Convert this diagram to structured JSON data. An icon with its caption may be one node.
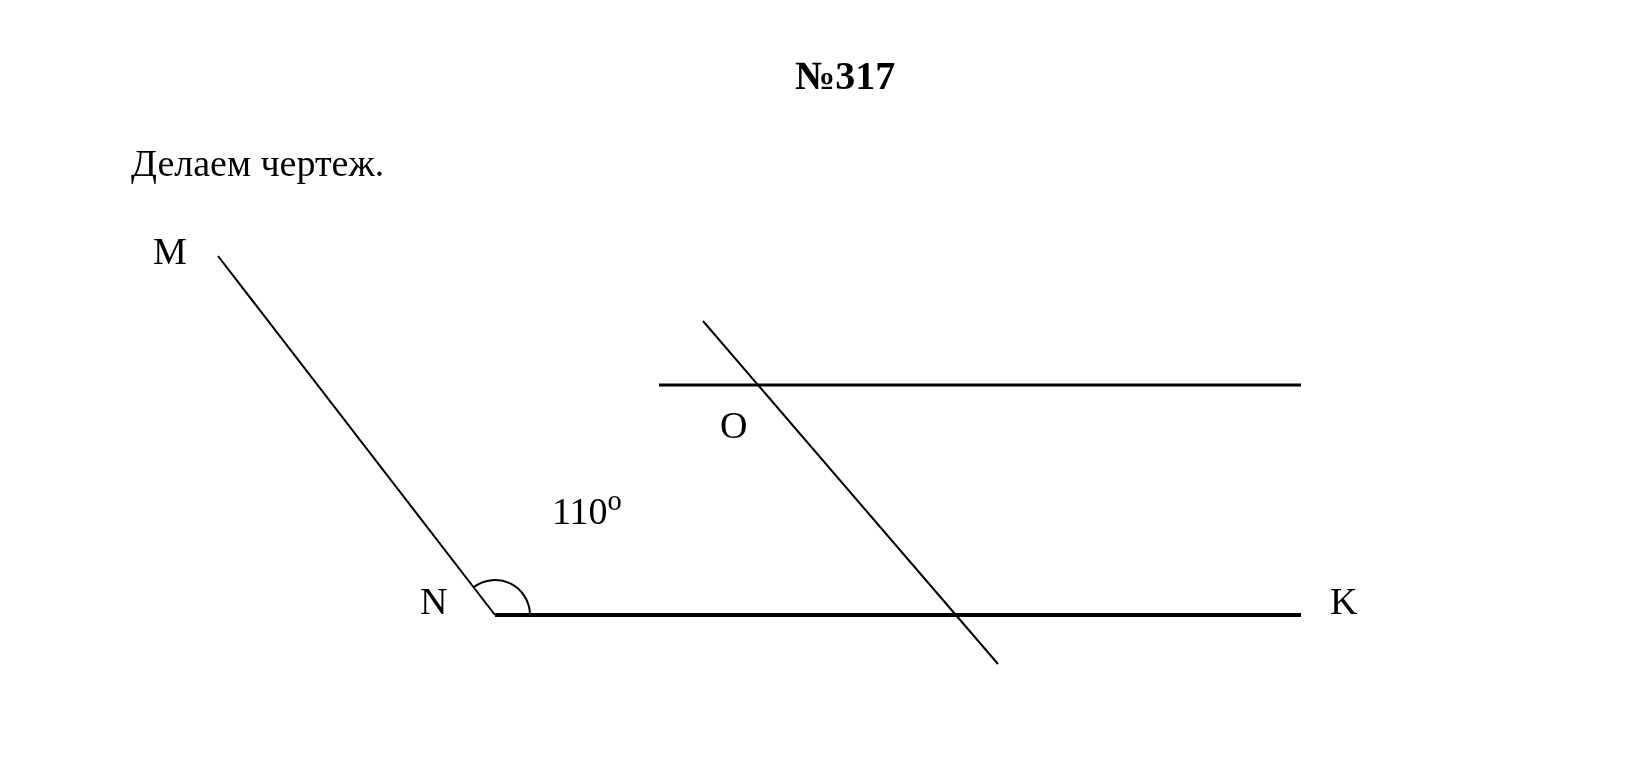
{
  "diagram": {
    "title": "№317",
    "labels": [
      "Делаем чертеж.",
      "M",
      "O",
      "110$^{o}$",
      "N",
      "K"
    ]
  }
}
